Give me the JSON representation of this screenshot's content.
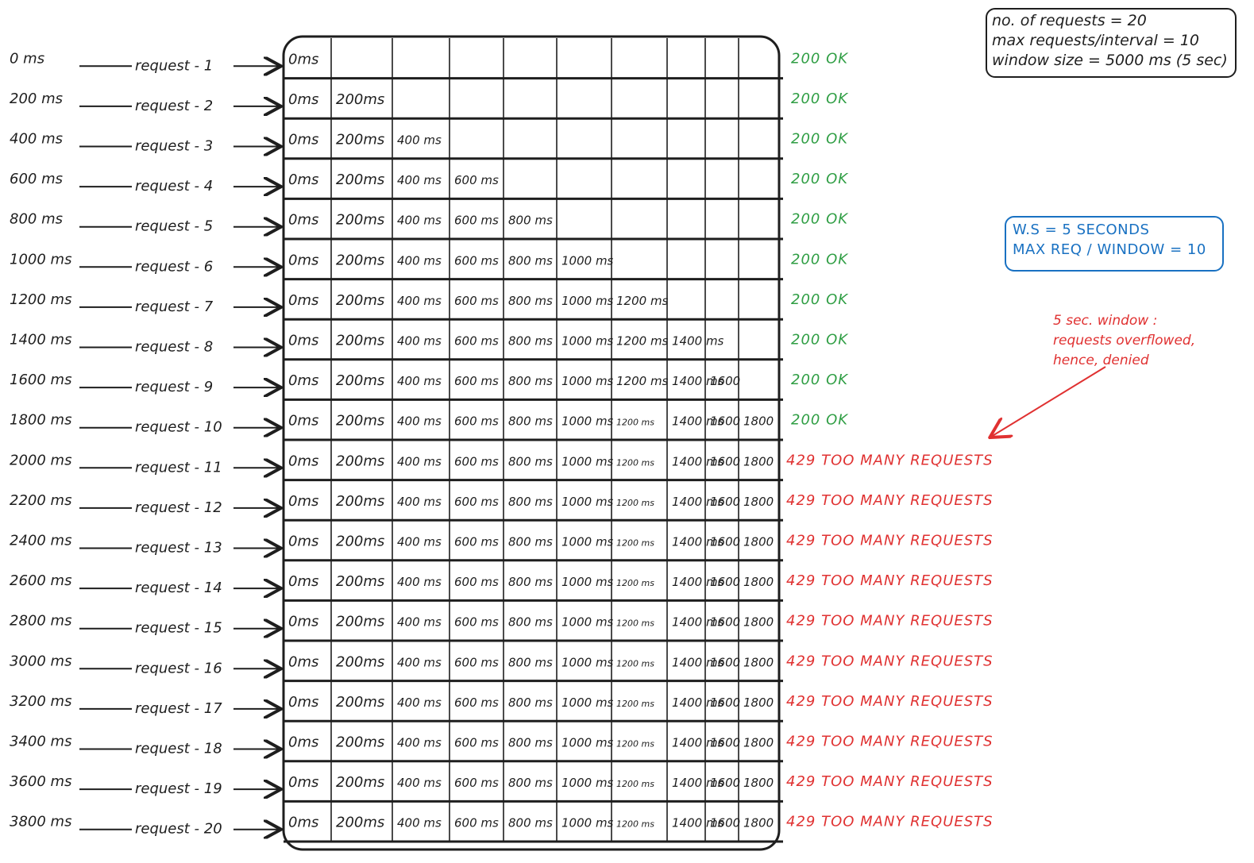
{
  "info_box": {
    "lines": [
      "no. of requests = 20",
      "max requests/interval = 10",
      "window size = 5000 ms (5 sec)"
    ]
  },
  "window_box": {
    "lines": [
      "W.S = 5 SECONDS",
      "MAX REQ / WINDOW = 10"
    ]
  },
  "note": {
    "lines": [
      "5 sec. window :",
      "requests overflowed,",
      "hence, denied"
    ]
  },
  "colors": {
    "ok": "#2f9e44",
    "denied": "#e03131",
    "ink": "#1e1e1e",
    "blue": "#1971c2"
  },
  "rows": [
    {
      "time": "0 ms",
      "request": "request - 1",
      "status": "200 OK",
      "cells": [
        "0ms"
      ]
    },
    {
      "time": "200 ms",
      "request": "request - 2",
      "status": "200 OK",
      "cells": [
        "0ms",
        "200ms"
      ]
    },
    {
      "time": "400 ms",
      "request": "request - 3",
      "status": "200 OK",
      "cells": [
        "0ms",
        "200ms",
        "400 ms"
      ]
    },
    {
      "time": "600 ms",
      "request": "request - 4",
      "status": "200 OK",
      "cells": [
        "0ms",
        "200ms",
        "400 ms",
        "600 ms"
      ]
    },
    {
      "time": "800 ms",
      "request": "request - 5",
      "status": "200 OK",
      "cells": [
        "0ms",
        "200ms",
        "400 ms",
        "600 ms",
        "800 ms"
      ]
    },
    {
      "time": "1000 ms",
      "request": "request - 6",
      "status": "200 OK",
      "cells": [
        "0ms",
        "200ms",
        "400 ms",
        "600 ms",
        "800 ms",
        "1000 ms"
      ]
    },
    {
      "time": "1200 ms",
      "request": "request - 7",
      "status": "200 OK",
      "cells": [
        "0ms",
        "200ms",
        "400 ms",
        "600 ms",
        "800 ms",
        "1000 ms",
        "1200 ms"
      ]
    },
    {
      "time": "1400 ms",
      "request": "request - 8",
      "status": "200 OK",
      "cells": [
        "0ms",
        "200ms",
        "400 ms",
        "600 ms",
        "800 ms",
        "1000 ms",
        "1200 ms",
        "1400 ms"
      ]
    },
    {
      "time": "1600 ms",
      "request": "request - 9",
      "status": "200 OK",
      "cells": [
        "0ms",
        "200ms",
        "400 ms",
        "600 ms",
        "800 ms",
        "1000 ms",
        "1200 ms",
        "1400 ms",
        "1600"
      ]
    },
    {
      "time": "1800 ms",
      "request": "request - 10",
      "status": "200 OK",
      "cells": [
        "0ms",
        "200ms",
        "400 ms",
        "600 ms",
        "800 ms",
        "1000 ms",
        "1200 ms",
        "1400 ms",
        "1600",
        "1800"
      ]
    },
    {
      "time": "2000 ms",
      "request": "request - 11",
      "status": "429 TOO MANY REQUESTS",
      "cells": [
        "0ms",
        "200ms",
        "400 ms",
        "600 ms",
        "800 ms",
        "1000 ms",
        "1200 ms",
        "1400 ms",
        "1600",
        "1800"
      ]
    },
    {
      "time": "2200 ms",
      "request": "request - 12",
      "status": "429 TOO MANY REQUESTS",
      "cells": [
        "0ms",
        "200ms",
        "400 ms",
        "600 ms",
        "800 ms",
        "1000 ms",
        "1200 ms",
        "1400 ms",
        "1600",
        "1800"
      ]
    },
    {
      "time": "2400 ms",
      "request": "request - 13",
      "status": "429 TOO MANY REQUESTS",
      "cells": [
        "0ms",
        "200ms",
        "400 ms",
        "600 ms",
        "800 ms",
        "1000 ms",
        "1200 ms",
        "1400 ms",
        "1600",
        "1800"
      ]
    },
    {
      "time": "2600 ms",
      "request": "request - 14",
      "status": "429 TOO MANY REQUESTS",
      "cells": [
        "0ms",
        "200ms",
        "400 ms",
        "600 ms",
        "800 ms",
        "1000 ms",
        "1200 ms",
        "1400 ms",
        "1600",
        "1800"
      ]
    },
    {
      "time": "2800 ms",
      "request": "request - 15",
      "status": "429 TOO MANY REQUESTS",
      "cells": [
        "0ms",
        "200ms",
        "400 ms",
        "600 ms",
        "800 ms",
        "1000 ms",
        "1200 ms",
        "1400 ms",
        "1600",
        "1800"
      ]
    },
    {
      "time": "3000 ms",
      "request": "request - 16",
      "status": "429 TOO MANY REQUESTS",
      "cells": [
        "0ms",
        "200ms",
        "400 ms",
        "600 ms",
        "800 ms",
        "1000 ms",
        "1200 ms",
        "1400 ms",
        "1600",
        "1800"
      ]
    },
    {
      "time": "3200 ms",
      "request": "request - 17",
      "status": "429 TOO MANY REQUESTS",
      "cells": [
        "0ms",
        "200ms",
        "400 ms",
        "600 ms",
        "800 ms",
        "1000 ms",
        "1200 ms",
        "1400 ms",
        "1600",
        "1800"
      ]
    },
    {
      "time": "3400 ms",
      "request": "request - 18",
      "status": "429 TOO MANY REQUESTS",
      "cells": [
        "0ms",
        "200ms",
        "400 ms",
        "600 ms",
        "800 ms",
        "1000 ms",
        "1200 ms",
        "1400 ms",
        "1600",
        "1800"
      ]
    },
    {
      "time": "3600 ms",
      "request": "request - 19",
      "status": "429 TOO MANY REQUESTS",
      "cells": [
        "0ms",
        "200ms",
        "400 ms",
        "600 ms",
        "800 ms",
        "1000 ms",
        "1200 ms",
        "1400 ms",
        "1600",
        "1800"
      ]
    },
    {
      "time": "3800 ms",
      "request": "request - 20",
      "status": "429 TOO MANY REQUESTS",
      "cells": [
        "0ms",
        "200ms",
        "400 ms",
        "600 ms",
        "800 ms",
        "1000 ms",
        "1200 ms",
        "1400 ms",
        "1600",
        "1800"
      ]
    }
  ]
}
